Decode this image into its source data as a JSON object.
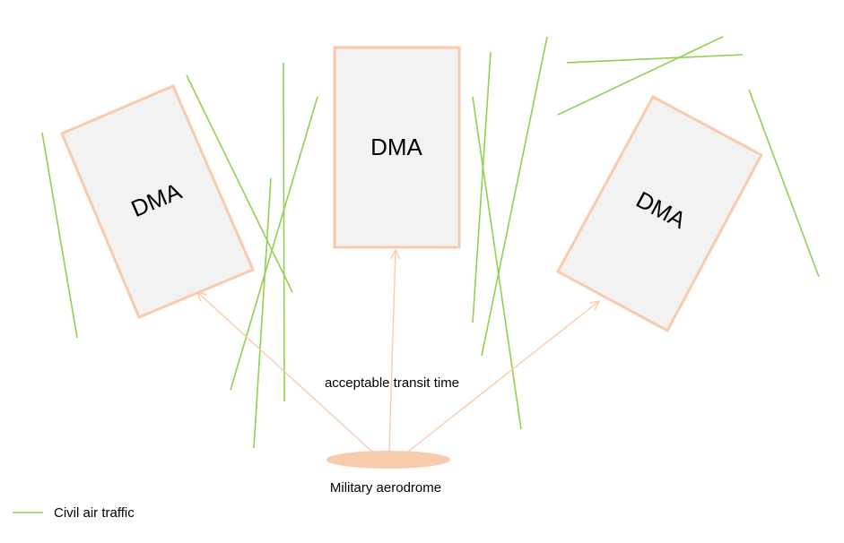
{
  "dma_areas": [
    {
      "label": "DMA"
    },
    {
      "label": "DMA"
    },
    {
      "label": "DMA"
    }
  ],
  "transit_label": "acceptable transit time",
  "aerodrome_label": "Military aerodrome",
  "legend": {
    "civil_air_traffic_label": "Civil air traffic"
  },
  "colors": {
    "dma_fill": "#f2f2f2",
    "dma_border": "#f8cbad",
    "civil_traffic": "#92d050",
    "transit_arrow": "#f8cbad",
    "aerodrome": "#f8cbad"
  }
}
